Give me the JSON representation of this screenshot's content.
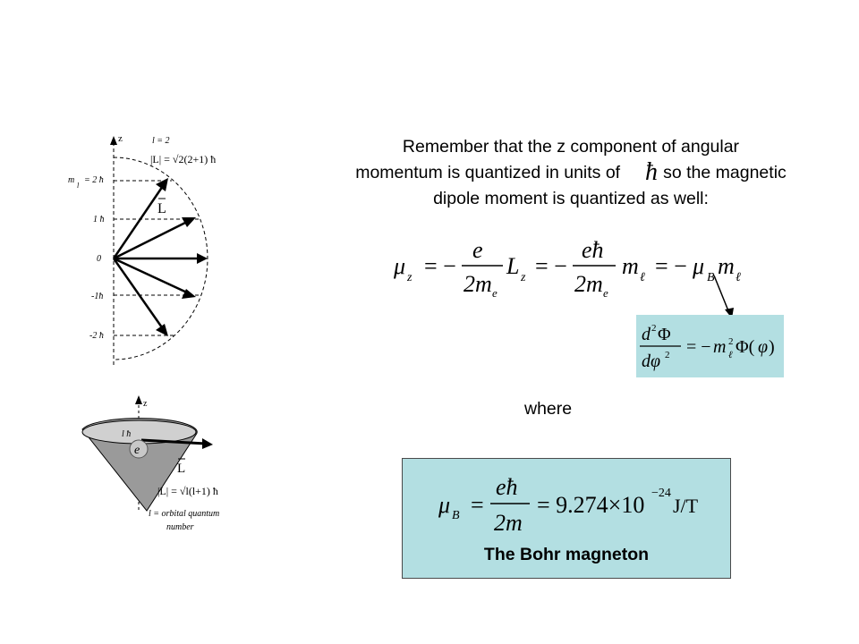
{
  "intro": {
    "line1": "Remember that the z component of angular",
    "line2a": "momentum is quantized in units of",
    "hbar": "ħ",
    "line2b": "so the magnetic",
    "line3": "dipole moment is quantized as well:"
  },
  "where": "where",
  "bohr": {
    "caption": "The Bohr magneton"
  },
  "equations": {
    "mu_z": "μ_z = −(e/2m_e) L_z = −(eħ/2m_e) m_ℓ = −μ_B m_ℓ",
    "schrodinger": "d²Φ/dφ² = −m_ℓ² Φ(φ)",
    "bohr": "μ_B = eħ/2m = 9.274×10⁻²⁴ J/T"
  },
  "diagram1": {
    "axis": "z",
    "l_label": "l = 2",
    "magnitude": "|L| = √2(2+1) ħ",
    "vector_label": "L",
    "ml_prefix": "m",
    "ml_sub": "l",
    "levels": [
      "= 2 ħ",
      "1 ħ",
      "0",
      "-1ħ",
      "-2 ħ"
    ]
  },
  "diagram2": {
    "axis": "z",
    "top_label": "l ħ",
    "electron": "e",
    "vector_label": "L",
    "magnitude": "|L| = √l(l+1) ħ",
    "definition_line1": "l = orbital quantum",
    "definition_line2": "number"
  }
}
